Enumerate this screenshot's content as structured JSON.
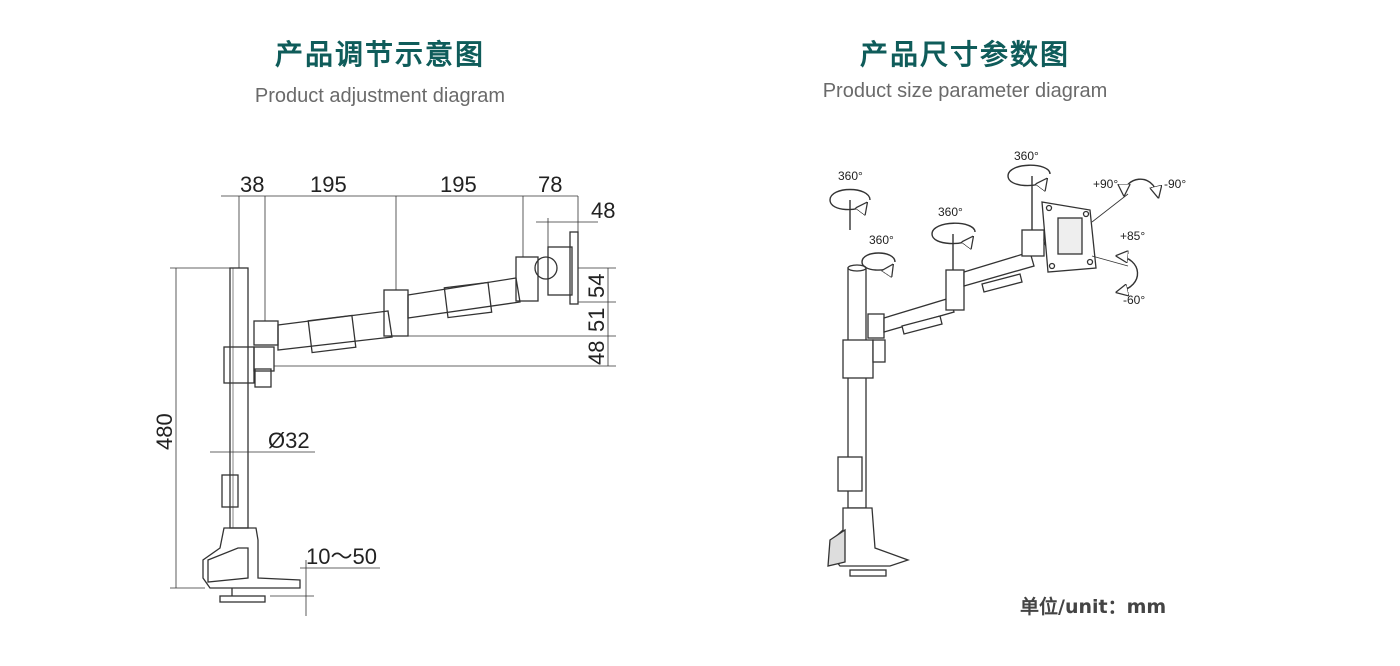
{
  "left_panel": {
    "title": "产品调节示意图",
    "subtitle": "Product adjustment diagram",
    "dimensions": {
      "d38": "38",
      "d195a": "195",
      "d195b": "195",
      "d78": "78",
      "d48top": "48",
      "d54": "54",
      "d51": "51",
      "d48side": "48",
      "d480": "480",
      "diameter": "Ø32",
      "clamp": "10～50"
    }
  },
  "right_panel": {
    "title": "产品尺寸参数图",
    "subtitle": "Product size parameter diagram",
    "angles": {
      "a_pole": "360°",
      "a_pole2": "360°",
      "a_mid": "360°",
      "a_head": "360°",
      "tilt_up": "+90°",
      "tilt_down": "-90°",
      "swivel_up": "+85°",
      "swivel_down": "-60°"
    },
    "unit_label": "单位/unit：mm"
  },
  "colors": {
    "title": "#0f5c5a",
    "subtitle": "#6a6a6a",
    "line": "#333333"
  }
}
